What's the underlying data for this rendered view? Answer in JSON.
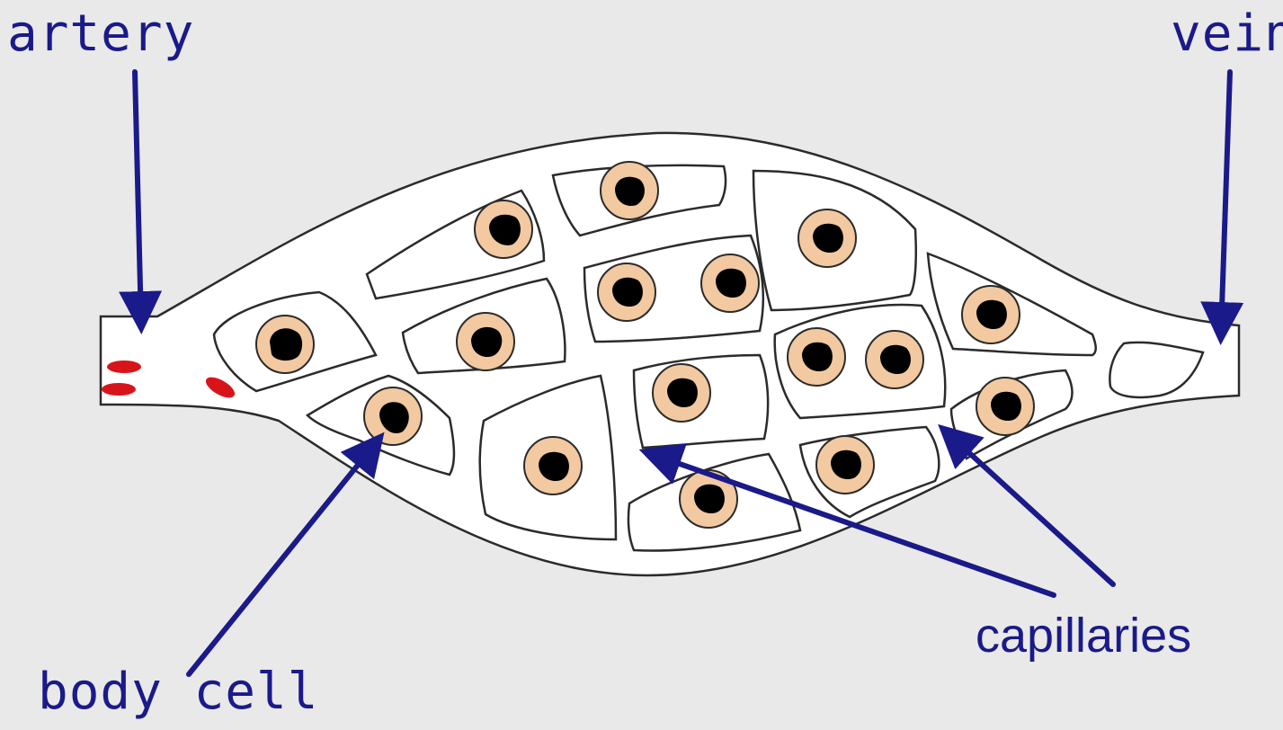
{
  "labels": {
    "artery": "artery",
    "vein": "vein",
    "capillaries": "capillaries",
    "body_cell": "body cell"
  },
  "colors": {
    "background": "#e9e9e9",
    "vessel_fill": "#ffffff",
    "outline": "#2b2b2b",
    "cytoplasm": "#f2c9a0",
    "nucleus": "#000000",
    "red_blood_cell": "#d8141b",
    "arrow": "#1a1a8a",
    "label_text": "#1a1a8a"
  }
}
